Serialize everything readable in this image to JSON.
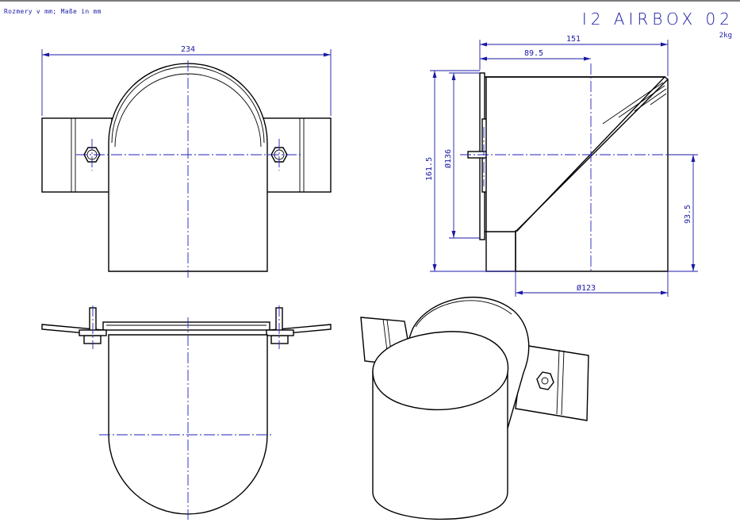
{
  "header": {
    "units_note": "Rozmery v mm; Maße in mm",
    "title": "I2 AIRBOX 02",
    "weight": "2kg"
  },
  "dimensions": {
    "front_width": "234",
    "side_length": "151",
    "side_center": "89.5",
    "side_height": "161.5",
    "flange_diameter": "Ø136",
    "pipe_height": "93.5",
    "pipe_diameter": "Ø123"
  },
  "colors": {
    "dimension": "#1a1aa6",
    "outline": "#000000"
  }
}
